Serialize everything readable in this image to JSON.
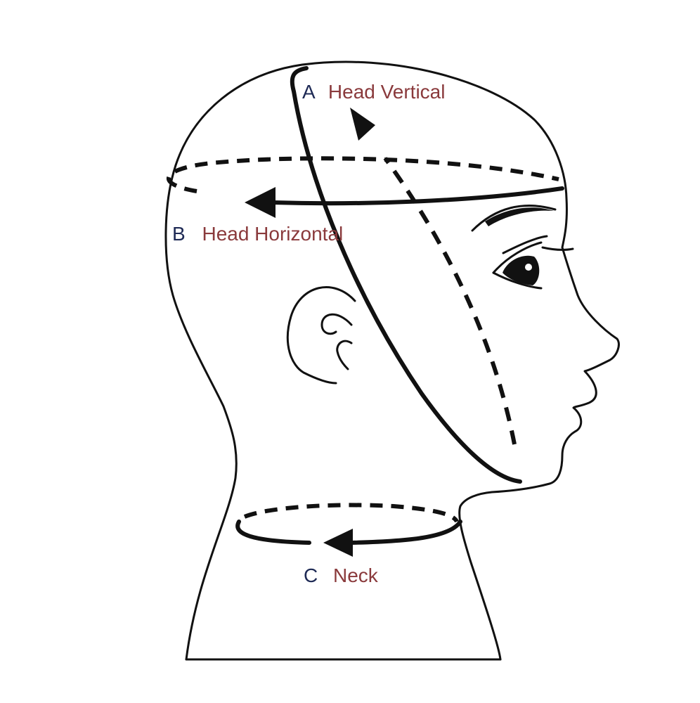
{
  "colors": {
    "line": "#111111",
    "letter": "#1e2a55",
    "label": "#8a3a3c",
    "background": "#ffffff"
  },
  "measurements": [
    {
      "letter": "A",
      "label": "Head Vertical"
    },
    {
      "letter": "B",
      "label": "Head Horizontal"
    },
    {
      "letter": "C",
      "label": "Neck"
    }
  ]
}
